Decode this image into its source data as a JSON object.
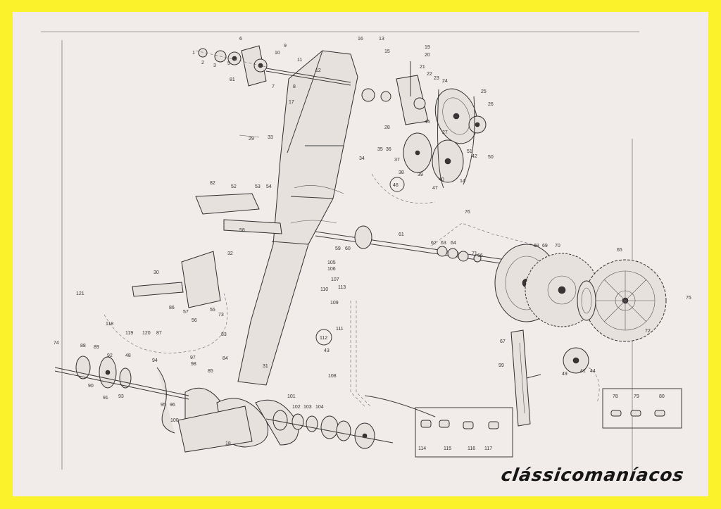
{
  "brand": {
    "name": "clássicomaníacos"
  },
  "colors": {
    "border": "#fbf22c",
    "paper": "#f1ecea",
    "ink": "#2f2f2f"
  },
  "diagram": {
    "labels": [
      "1",
      "2",
      "3",
      "5",
      "6",
      "7",
      "8",
      "9",
      "10",
      "11",
      "12",
      "13",
      "14",
      "15",
      "16",
      "17",
      "18",
      "19",
      "20",
      "21",
      "22",
      "23",
      "24",
      "25",
      "26",
      "27",
      "28",
      "29",
      "30",
      "31",
      "32",
      "33",
      "34",
      "35",
      "36",
      "37",
      "38",
      "39",
      "40",
      "41",
      "42",
      "43",
      "44",
      "45",
      "46",
      "47",
      "48",
      "49",
      "50",
      "51",
      "52",
      "53",
      "54",
      "55",
      "56",
      "57",
      "58",
      "59",
      "60",
      "61",
      "62",
      "63",
      "64",
      "65",
      "66",
      "67",
      "68",
      "69",
      "70",
      "71",
      "72",
      "73",
      "74",
      "75",
      "76",
      "78",
      "79",
      "80",
      "81",
      "82",
      "83",
      "84",
      "85",
      "86",
      "87",
      "88",
      "89",
      "90",
      "91",
      "92",
      "93",
      "94",
      "95",
      "96",
      "97",
      "98",
      "99",
      "100",
      "101",
      "102",
      "103",
      "104",
      "105",
      "106",
      "107",
      "108",
      "109",
      "110",
      "111",
      "112",
      "113",
      "114",
      "115",
      "116",
      "117",
      "118",
      "119",
      "120",
      "121"
    ],
    "callouts": [
      "113",
      "112",
      "78",
      "79",
      "80",
      "114",
      "115",
      "116",
      "117"
    ]
  }
}
